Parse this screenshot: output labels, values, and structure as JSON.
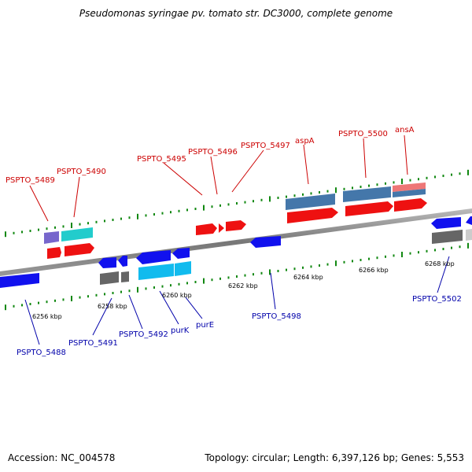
{
  "title": "Pseudomonas syringae pv. tomato str. DC3000, complete genome",
  "accession": "Accession: NC_004578",
  "info": "Topology: circular; Length: 6,397,126 bp; Genes: 5,553",
  "scale_labels": [
    "6256 kbp",
    "6258 kbp",
    "6260 kbp",
    "6262 kbp",
    "6264 kbp",
    "6266 kbp",
    "6268 kbp"
  ],
  "top_labels": [
    "PSPTO_5489",
    "PSPTO_5490",
    "PSPTO_5495",
    "PSPTO_5496",
    "PSPTO_5497",
    "aspA",
    "PSPTO_5500",
    "ansA"
  ],
  "bottom_labels": [
    "PSPTO_5488",
    "PSPTO_5491",
    "PSPTO_5492",
    "purK",
    "purE",
    "PSPTO_5498",
    "PSPTO_5502"
  ],
  "colors": {
    "top_label": "#cc0000",
    "bottom_label": "#0000aa",
    "gene_red": "#ee1111",
    "gene_blue": "#1111ee",
    "tick_green": "#118811",
    "backbone": "#888888"
  }
}
